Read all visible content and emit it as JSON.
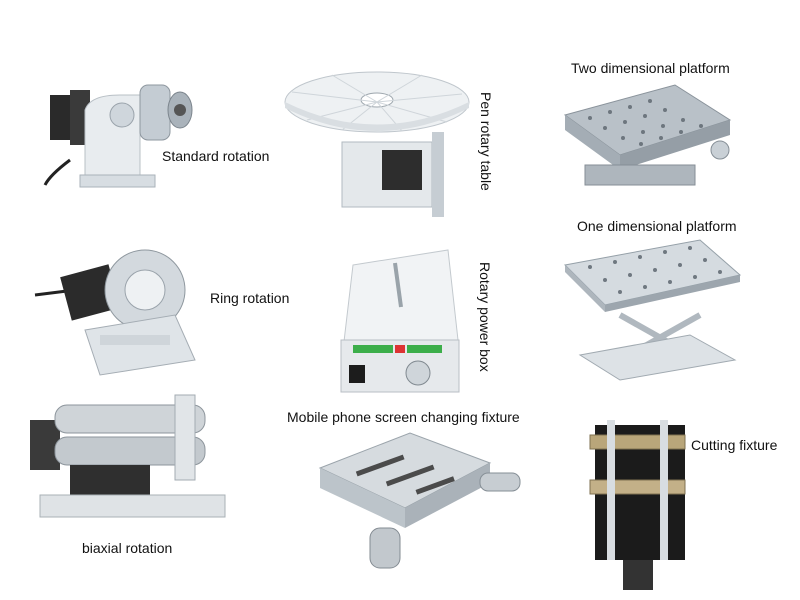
{
  "products": [
    {
      "id": "standard",
      "label": "Standard rotation",
      "icon": "standard-rotation-icon"
    },
    {
      "id": "pen",
      "label": "Pen rotary table",
      "icon": "pen-rotary-table-icon"
    },
    {
      "id": "two-dim",
      "label": "Two dimensional platform",
      "icon": "two-dimensional-platform-icon"
    },
    {
      "id": "ring",
      "label": "Ring rotation",
      "icon": "ring-rotation-icon"
    },
    {
      "id": "powerbox",
      "label": "Rotary power box",
      "icon": "rotary-power-box-icon"
    },
    {
      "id": "one-dim",
      "label": "One dimensional platform",
      "icon": "one-dimensional-platform-icon"
    },
    {
      "id": "biaxial",
      "label": "biaxial rotation",
      "icon": "biaxial-rotation-icon"
    },
    {
      "id": "phone",
      "label": "Mobile phone screen changing fixture",
      "icon": "phone-fixture-icon"
    },
    {
      "id": "cutting",
      "label": "Cutting fixture",
      "icon": "cutting-fixture-icon"
    }
  ]
}
